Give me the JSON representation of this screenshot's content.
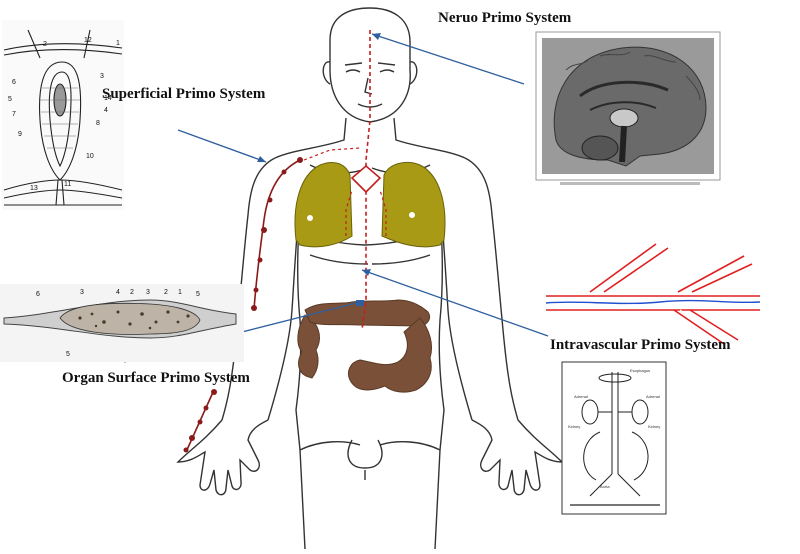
{
  "labels": {
    "neuro": "Neruo Primo System",
    "superficial": "Superficial Primo System",
    "intravascular": "Intravascular Primo System",
    "organ_surface": "Organ Surface Primo System"
  },
  "colors": {
    "primo_vessel": "#8b1a1a",
    "lungs": "#a89a14",
    "intestines": "#7a5138",
    "pointer_line": "#2f5f9e",
    "blood_vessel": "#e02020",
    "water_line": "#2050d0"
  },
  "superficial_inset": {
    "callout_numbers": [
      "1",
      "2",
      "3",
      "4",
      "5",
      "6",
      "7",
      "8",
      "9",
      "10",
      "11",
      "12",
      "13",
      "14"
    ]
  },
  "organ_inset": {
    "callout_numbers": [
      "6",
      "3",
      "4",
      "2",
      "3",
      "2",
      "1",
      "5",
      "5"
    ]
  }
}
